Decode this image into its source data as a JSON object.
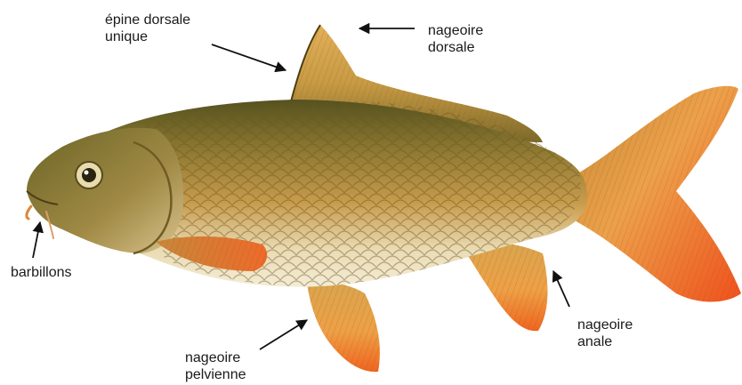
{
  "diagram": {
    "subject": "carp",
    "colors": {
      "body_top": "#5f5a24",
      "body_mid": "#b48a3a",
      "belly": "#efe4c2",
      "fin_base": "#e6a24a",
      "fin_tip": "#f05a1e",
      "arrow": "#111111",
      "text": "#1a1a1a"
    },
    "labels": {
      "dorsal_spine": {
        "line1": "épine dorsale",
        "line2": "unique"
      },
      "dorsal_fin": {
        "line1": "nageoire",
        "line2": "dorsale"
      },
      "barbels": {
        "line1": "barbillons"
      },
      "pelvic_fin": {
        "line1": "nageoire",
        "line2": "pelvienne"
      },
      "anal_fin": {
        "line1": "nageoire",
        "line2": "anale"
      }
    }
  }
}
